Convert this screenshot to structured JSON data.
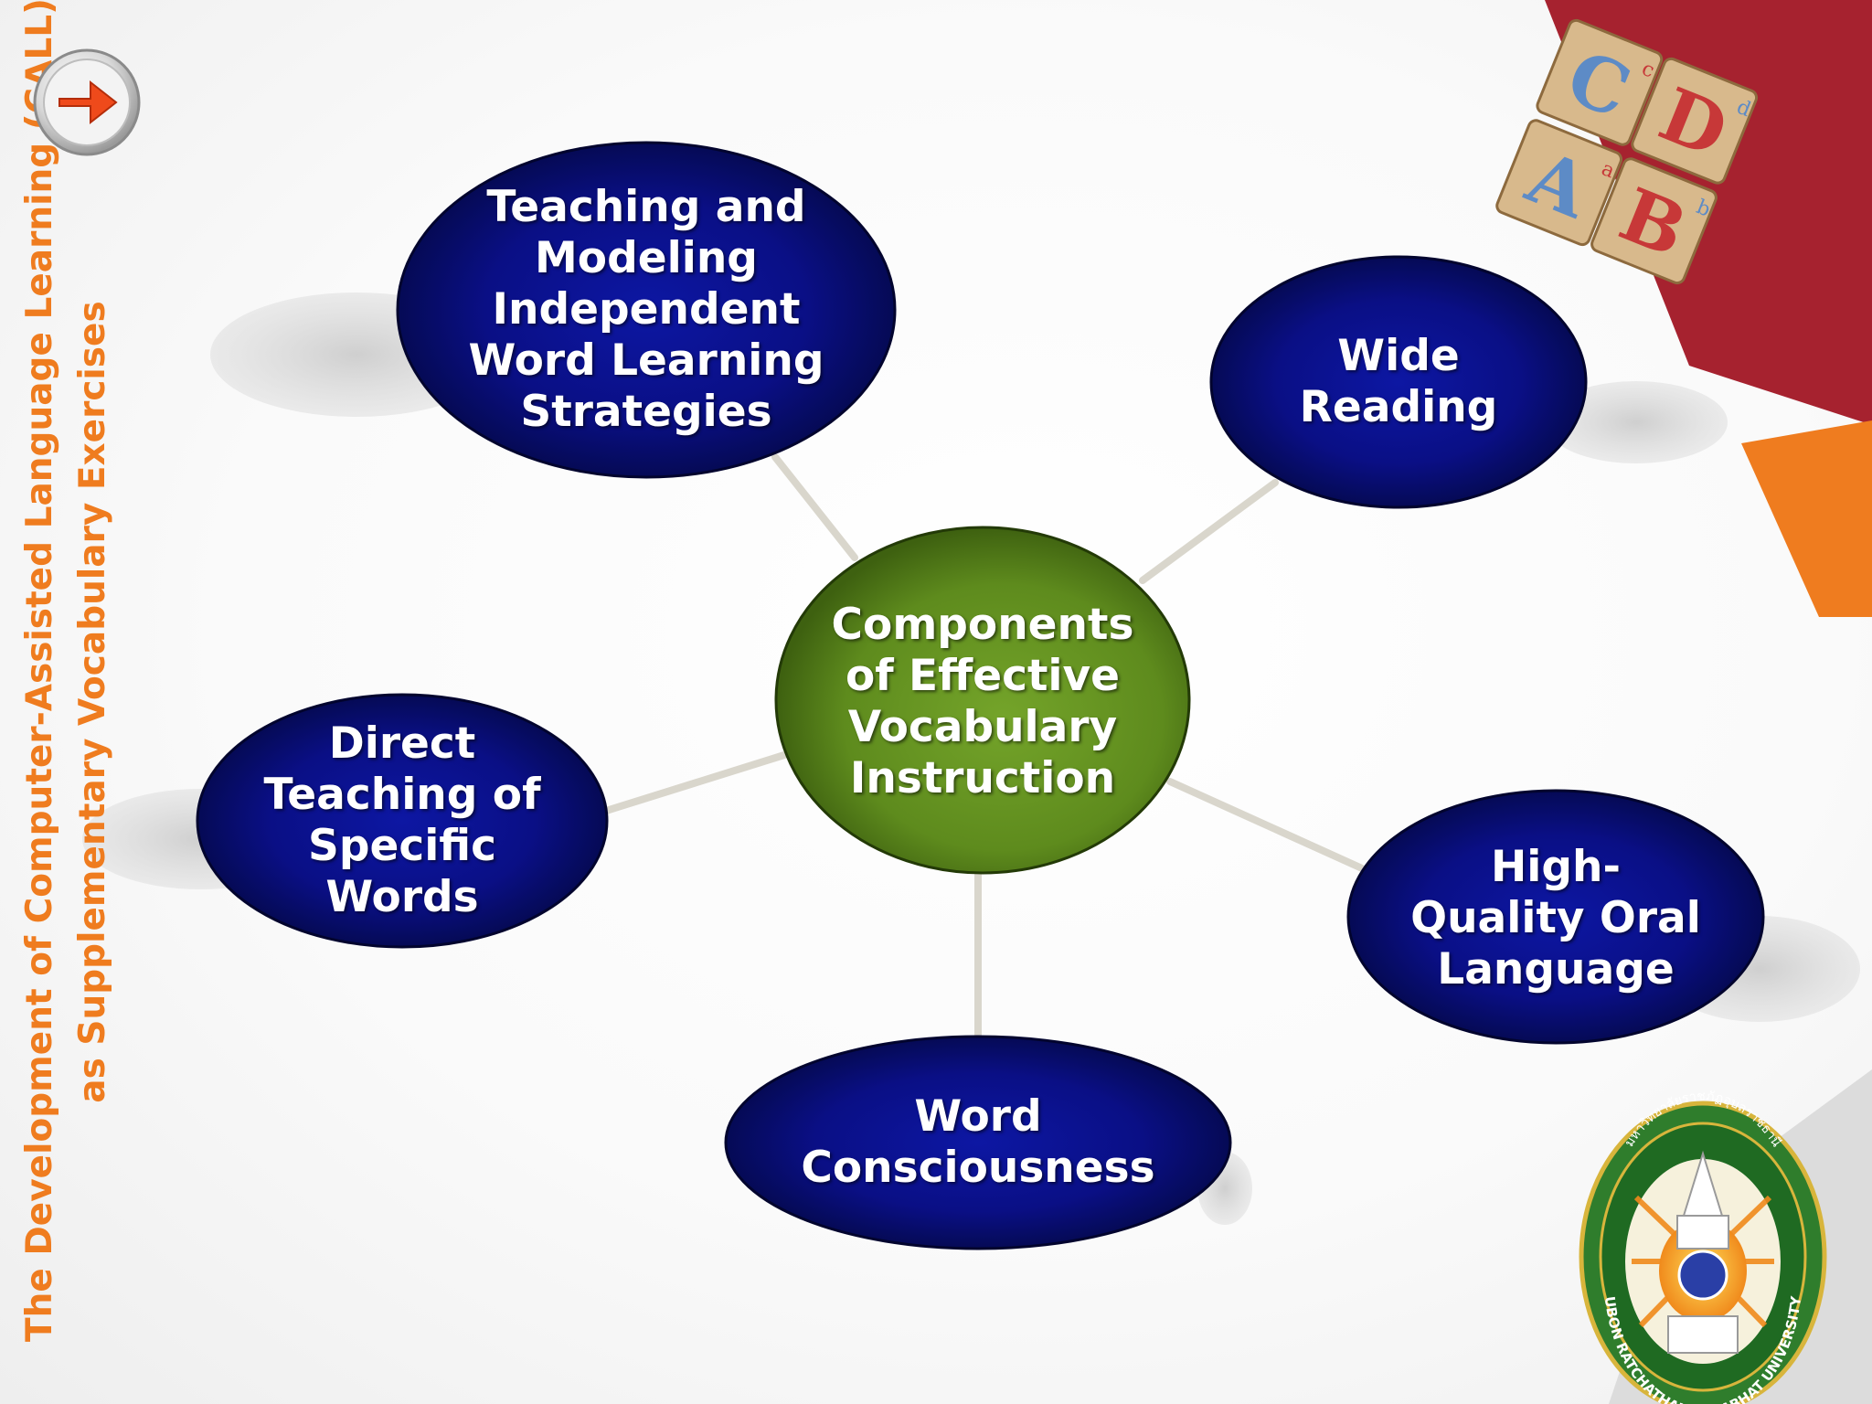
{
  "side_title": {
    "line1": "The Development of Computer-Assisted Language Learning (CALL)",
    "line2": "as Supplementary Vocabulary Exercises"
  },
  "diagram": {
    "center": "Components\nof Effective\nVocabulary\nInstruction",
    "nodes": {
      "teaching_modeling": "Teaching and\nModeling\nIndependent\nWord Learning\nStrategies",
      "wide_reading": "Wide\nReading",
      "direct_teaching": "Direct\nTeaching of\nSpecific\nWords",
      "high_quality_oral": "High-\nQuality Oral\nLanguage",
      "word_consciousness": "Word\nConsciousness"
    }
  },
  "decor": {
    "blocks": [
      "A",
      "a",
      "B",
      "b",
      "C",
      "c",
      "D",
      "d"
    ],
    "seal_text": "UBON RATCHATHANI RAJABHAT UNIVERSITY",
    "seal_thai": "มหาวิทยาลัยราชภัฏอุบลราชธานี",
    "colors": {
      "node_blue": "#0a1083",
      "center_green": "#5f8d1c",
      "accent_red": "#a6222f",
      "accent_orange": "#ef7c1f",
      "title_orange": "#ef7c1f"
    },
    "icons": [
      "next-arrow-icon",
      "alphabet-blocks-image",
      "university-seal"
    ]
  }
}
